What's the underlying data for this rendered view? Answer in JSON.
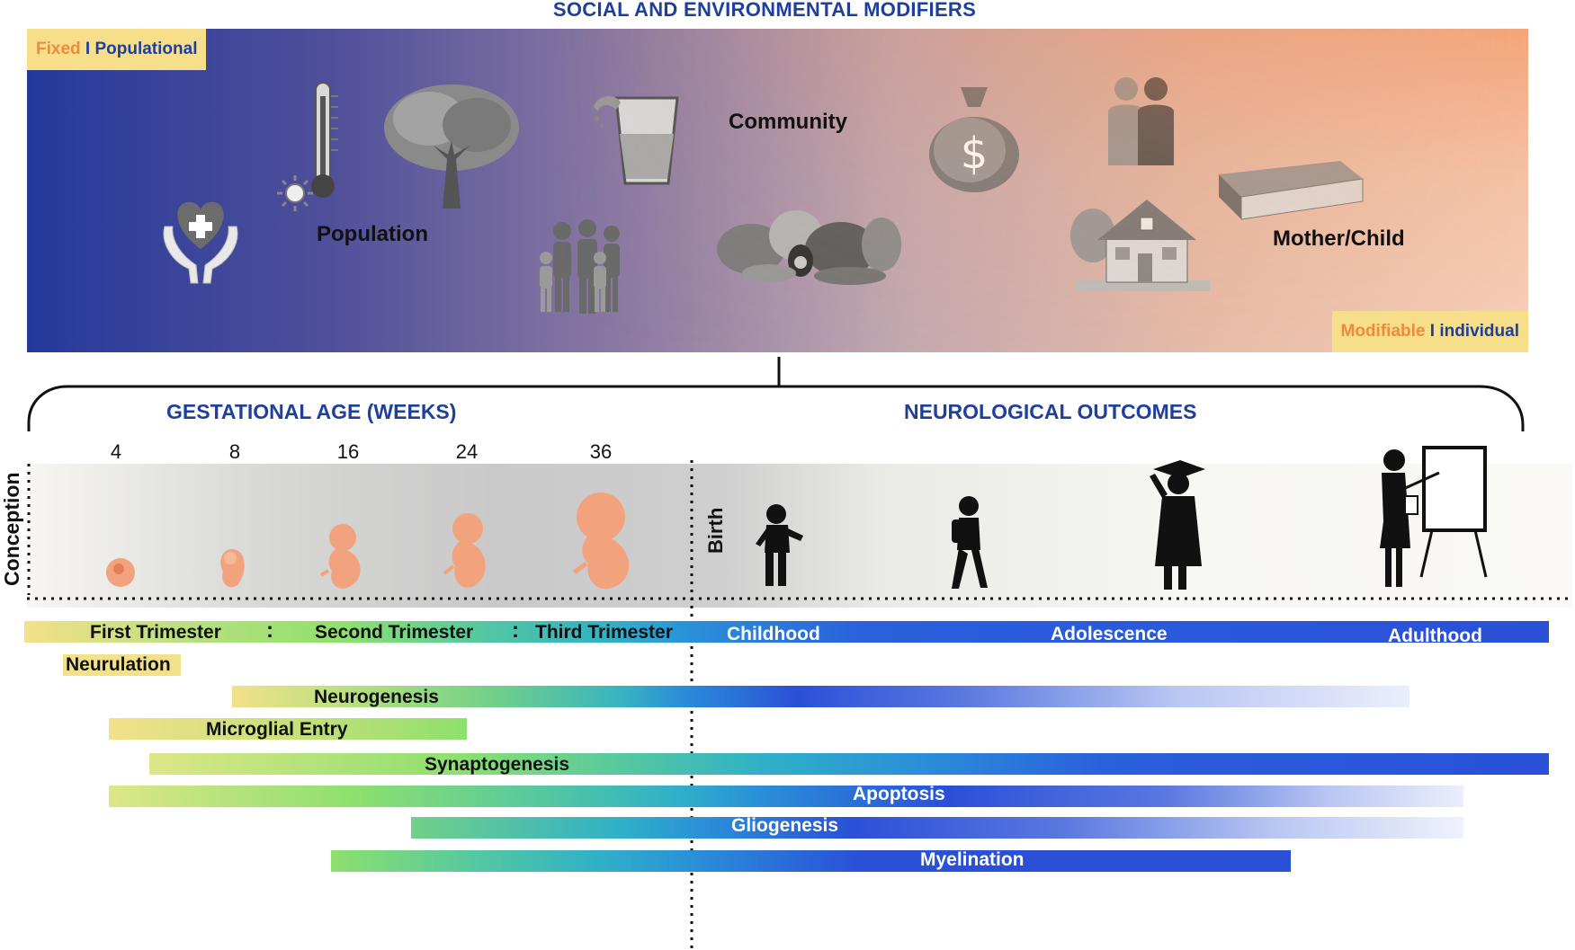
{
  "banner": {
    "title": "SOCIAL AND ENVIRONMENTAL MODIFIERS",
    "legend_top": {
      "fixed": "Fixed",
      "sep": " I ",
      "populational": "Populational"
    },
    "legend_bottom": {
      "modifiable": "Modifiable",
      "sep": " I ",
      "individual": "individual"
    },
    "labels": {
      "population": "Population",
      "community": "Community",
      "mother_child": "Mother/Child"
    }
  },
  "sections": {
    "gestational": "GESTATIONAL AGE (WEEKS)",
    "outcomes": "NEUROLOGICAL OUTCOMES"
  },
  "weeks": [
    "4",
    "8",
    "16",
    "24",
    "36"
  ],
  "markers": {
    "conception": "Conception",
    "birth": "Birth"
  },
  "stages": {
    "first": "First Trimester",
    "second": "Second Trimester",
    "third": "Third Trimester",
    "childhood": "Childhood",
    "adolescence": "Adolescence",
    "adulthood": "Adulthood"
  },
  "processes": [
    {
      "label": "Neurulation"
    },
    {
      "label": "Neurogenesis"
    },
    {
      "label": "Microglial Entry"
    },
    {
      "label": "Synaptogenesis"
    },
    {
      "label": "Apoptosis"
    },
    {
      "label": "Gliogenesis"
    },
    {
      "label": "Myelination"
    }
  ],
  "icons": [
    "heart-hands-icon",
    "thermometer-sun-icon",
    "tree-icon",
    "water-glass-icon",
    "family-icon",
    "vegetables-icon",
    "money-bag-icon",
    "couple-icon",
    "house-icon",
    "book-icon",
    "embryo-icon",
    "fetus-icon",
    "toddler-icon",
    "child-icon",
    "graduate-icon",
    "teacher-icon"
  ],
  "colors": {
    "title_blue": "#1f3f9c",
    "legend_bg": "#f6de8a",
    "legend_orange": "#f08a3c",
    "bar_yellow": "#f3e08a",
    "bar_green": "#8ee06e",
    "bar_teal": "#2fb0c8",
    "bar_blue": "#2a50d8",
    "embryo": "#f2a27c"
  }
}
